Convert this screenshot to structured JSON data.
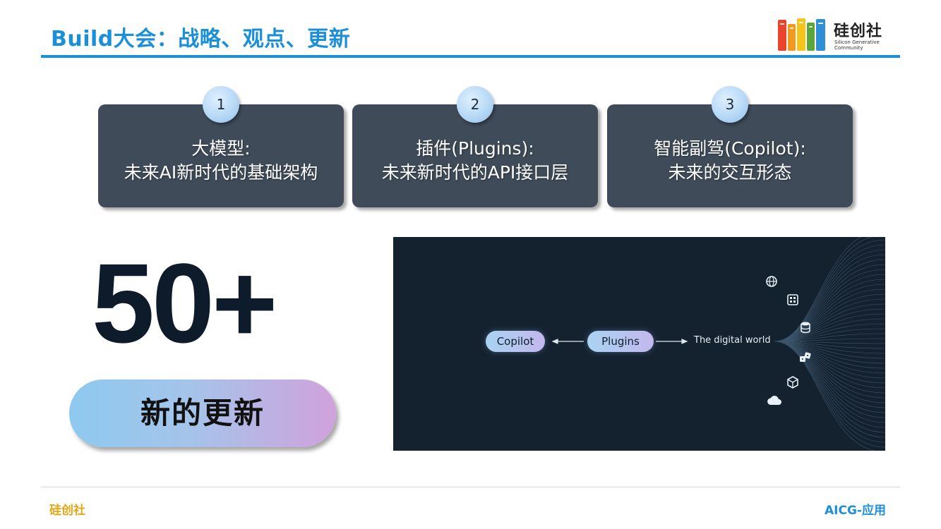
{
  "header": {
    "title": "Build大会：战略、观点、更新",
    "logo_name": "硅创社",
    "logo_sub_line1": "Silicon Generative",
    "logo_sub_line2": "Community"
  },
  "cards": [
    {
      "number": "1",
      "line1": "大模型:",
      "line2": "未来AI新时代的基础架构"
    },
    {
      "number": "2",
      "line1": "插件(Plugins):",
      "line2": "未来新时代的API接口层"
    },
    {
      "number": "3",
      "line1": "智能副驾(Copilot):",
      "line2": "未来的交互形态"
    }
  ],
  "highlight": {
    "number": "50+",
    "pill_label": "新的更新"
  },
  "diagram": {
    "copilot_label": "Copilot",
    "plugins_label": "Plugins",
    "world_label": "The digital world",
    "icons": [
      "globe-icon",
      "grid-icon",
      "database-icon",
      "dice-icon",
      "cube-icon",
      "cloud-icon"
    ]
  },
  "footer": {
    "left": "硅创社",
    "right": "AICG-应用"
  },
  "colors": {
    "accent": "#1c8fd9",
    "card_bg": "#3f4b59",
    "footer_left": "#e6a617",
    "diagram_bg": "#142230"
  }
}
